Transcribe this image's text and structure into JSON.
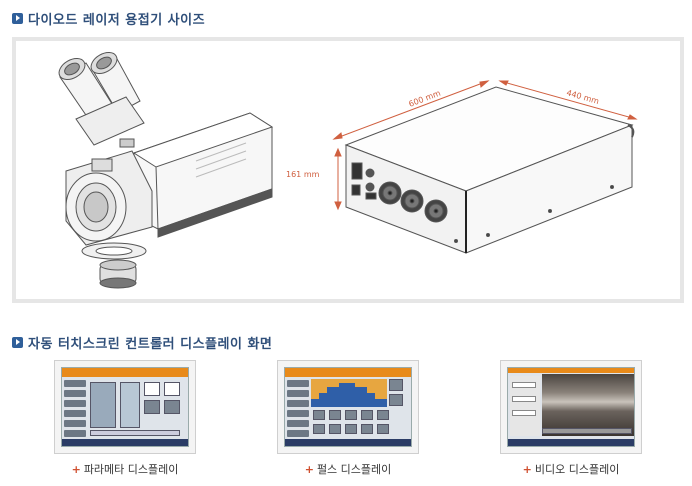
{
  "sections": {
    "size_title": "다이오드 레이저 용접기 사이즈",
    "display_title": "자동 터치스크린 컨트롤러 디스플레이 화면"
  },
  "dimensions": {
    "width": "600 mm",
    "depth": "440 mm",
    "height": "161 mm"
  },
  "icons": {
    "section_bullet": "arrow-right-icon",
    "caption_marker": "plus-icon"
  },
  "displays": [
    {
      "caption": "파라메타 디스플레이"
    },
    {
      "caption": "펄스 디스플레이"
    },
    {
      "caption": "비디오 디스플레이"
    }
  ],
  "colors": {
    "title_text": "#2f4f7a",
    "bullet": "#2f5f9a",
    "dimension_line": "#d06040",
    "screen_header": "#e88a1a",
    "screen_footer": "#2b3c66"
  }
}
